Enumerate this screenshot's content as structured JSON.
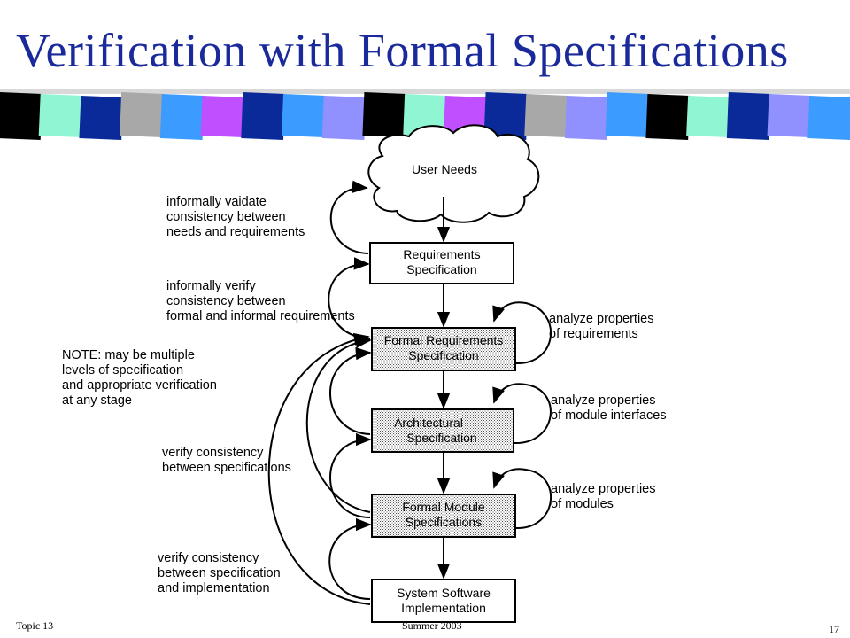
{
  "title": "Verification with Formal Specifications",
  "footer": {
    "left": "Topic 13",
    "center": "Summer 2003",
    "right": "17"
  },
  "boxes": {
    "user_needs": [
      "User Needs"
    ],
    "requirements": [
      "Requirements",
      "Specification"
    ],
    "formal_requirements": [
      "Formal Requirements",
      "Specification"
    ],
    "architectural": [
      "Architectural",
      "Specification"
    ],
    "formal_module": [
      "Formal Module",
      "Specifications"
    ],
    "implementation": [
      "System Software",
      "Implementation"
    ]
  },
  "annotations": {
    "validate": [
      "informally vaidate",
      "consistency between",
      "needs and requirements"
    ],
    "verify_informal": [
      "informally verify",
      "consistency between",
      "formal and informal requirements"
    ],
    "note": [
      "NOTE: may be multiple",
      "levels of specification",
      "and appropriate verification",
      "at any stage"
    ],
    "verify_specs": [
      "verify consistency",
      "between specifications"
    ],
    "verify_impl": [
      "verify consistency",
      "between specification",
      "and implementation"
    ],
    "analyze_requirements": [
      "analyze properties",
      "of requirements"
    ],
    "analyze_interfaces": [
      "analyze properties",
      "of module interfaces"
    ],
    "analyze_modules": [
      "analyze properties",
      "of modules"
    ]
  },
  "colors": {
    "title": "#1a2a9a",
    "stripe": [
      "#000000",
      "#8ff5d2",
      "#0a2a9a",
      "#a8a8a8",
      "#3b9bff",
      "#c050ff",
      "#0a2a9a",
      "#3b9bff",
      "#9090ff",
      "#000000",
      "#8ff5d2",
      "#c050ff",
      "#0a2a9a",
      "#a8a8a8",
      "#9090ff",
      "#3b9bff",
      "#000000",
      "#8ff5d2",
      "#0a2a9a",
      "#9090ff",
      "#3b9bff"
    ]
  }
}
